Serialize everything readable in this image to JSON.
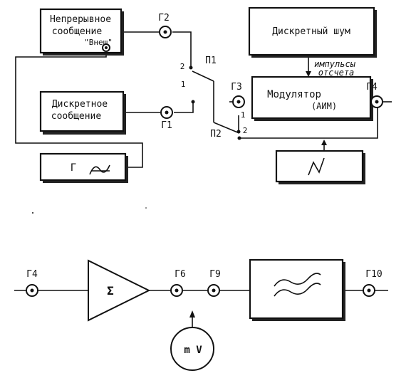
{
  "blocks": {
    "continuous_message": {
      "line1": "Непрерывное",
      "line2": "сообщение",
      "line3": "\"Внеш\""
    },
    "discrete_message": {
      "line1": "Дискретное",
      "line2": "сообщение"
    },
    "generator": {
      "label": "Г"
    },
    "discrete_noise": {
      "label": "Дискретный шум"
    },
    "modulator": {
      "line1": "Модулятор",
      "line2": "(АИМ)"
    },
    "sampling_pulses": {
      "line1": "импульсы",
      "line2": "отсчета"
    },
    "summator": {
      "label": "Σ"
    },
    "voltmeter": {
      "label": "m V"
    }
  },
  "jacks": {
    "g1": "Г1",
    "g2": "Г2",
    "g3": "Г3",
    "g4_top": "Г4",
    "g4_bottom": "Г4",
    "g6": "Г6",
    "g9": "Г9",
    "g10": "Г10"
  },
  "switches": {
    "p1": "П1",
    "p2": "П2",
    "p1_pos1": "1",
    "p1_pos2": "2",
    "p2_pos1": "1",
    "p2_pos2": "2"
  },
  "icons": {
    "generator_wave": "sine-wave-icon",
    "noise_wave": "noise-zigzag-icon",
    "filter_waves": "filter-waves-icon"
  }
}
